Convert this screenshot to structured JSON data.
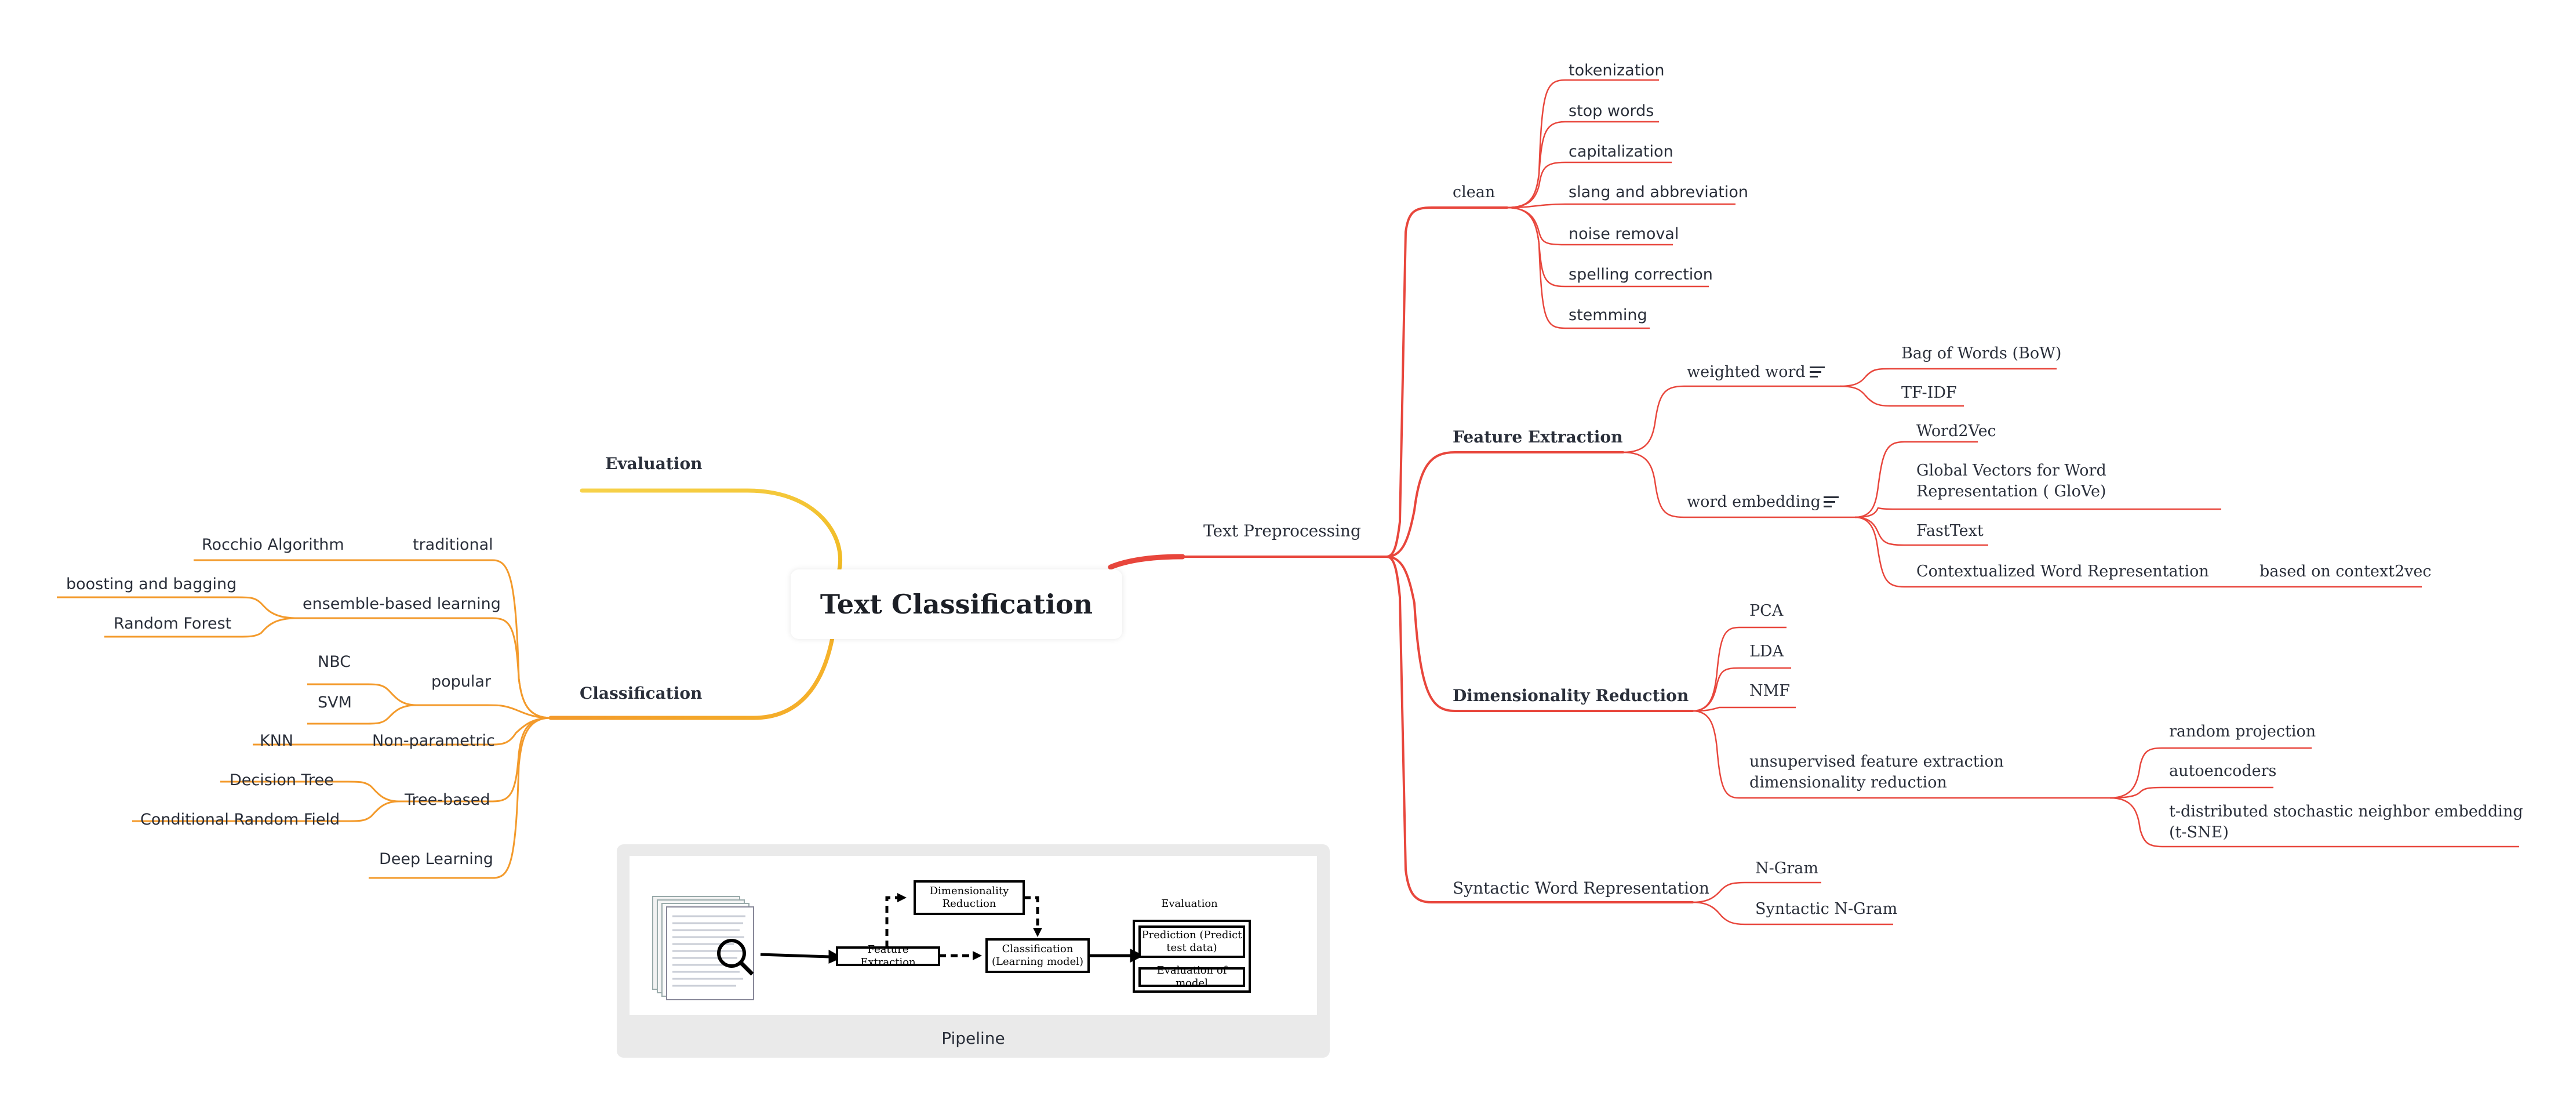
{
  "central": "Text Classification",
  "branches": {
    "evaluation": "Evaluation",
    "classification": {
      "label": "Classification",
      "traditional": {
        "label": "traditional",
        "children": [
          "Rocchio Algorithm"
        ]
      },
      "ensemble": {
        "label": "ensemble-based learning",
        "children": [
          "boosting and bagging",
          "Random Forest"
        ]
      },
      "popular": {
        "label": "popular",
        "children": [
          "NBC",
          "SVM"
        ]
      },
      "nonparametric": {
        "label": "Non-parametric",
        "children": [
          "KNN"
        ]
      },
      "treebased": {
        "label": "Tree-based",
        "children": [
          "Decision Tree",
          "Conditional Random Field"
        ]
      },
      "deeplearning": "Deep Learning"
    },
    "preprocessing": {
      "label": "Text Preprocessing",
      "clean": {
        "label": "clean",
        "children": [
          "tokenization",
          "stop words",
          "capitalization",
          "slang and abbreviation",
          "noise removal",
          "spelling correction",
          "stemming"
        ]
      },
      "feature_extraction": {
        "label": "Feature Extraction",
        "weighted_word": {
          "label": "weighted word",
          "children": [
            "Bag of Words (BoW)",
            "TF-IDF"
          ]
        },
        "word_embedding": {
          "label": "word embedding",
          "children": [
            "Word2Vec",
            "Global Vectors for Word Representation ( GloVe)",
            "FastText",
            "Contextualized Word Representation"
          ],
          "sub": "based on context2vec"
        }
      },
      "dim_reduction": {
        "label": "Dimensionality Reduction",
        "children": [
          "PCA",
          "LDA",
          "NMF"
        ],
        "unsupervised": {
          "label": "unsupervised feature extraction dimensionality reduction",
          "children": [
            "random projection",
            "autoencoders",
            "t-distributed stochastic neighbor embedding (t-SNE)"
          ]
        }
      },
      "syntactic": {
        "label": "Syntactic Word Representation",
        "children": [
          "N-Gram",
          "Syntactic N-Gram"
        ]
      }
    }
  },
  "pipeline": {
    "caption": "Pipeline",
    "dim_box": "Dimensionality Reduction",
    "feature_box": "Feature Extraction",
    "class_box": "Classification (Learning model)",
    "eval_title": "Evaluation",
    "prediction_box": "Prediction (Predict test data)",
    "eval_model_box": "Evaluation of model"
  },
  "colors": {
    "right_branch": "#e8463c",
    "left_branch": "#f39a2b",
    "evaluation_branch": "#f5c52b"
  }
}
